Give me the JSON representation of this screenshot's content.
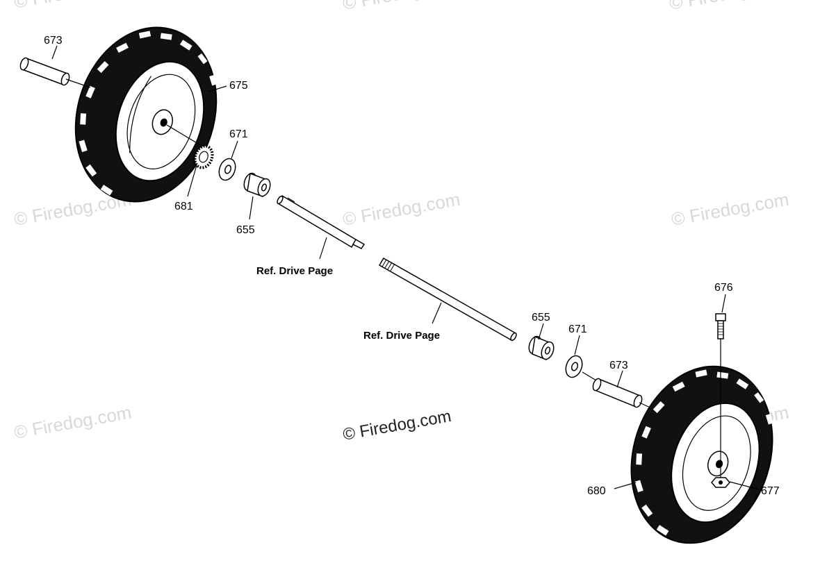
{
  "callouts": {
    "c673_top": "673",
    "c675": "675",
    "c671_top": "671",
    "c681": "681",
    "c655_top": "655",
    "c676": "676",
    "c655_bottom": "655",
    "c671_bottom": "671",
    "c673_bottom": "673",
    "c680": "680",
    "c677": "677"
  },
  "references": {
    "ref_left": "Ref. Drive Page",
    "ref_right": "Ref. Drive Page"
  },
  "watermarks": {
    "text": "© Firedog.com",
    "main": "© Firedog.com"
  }
}
